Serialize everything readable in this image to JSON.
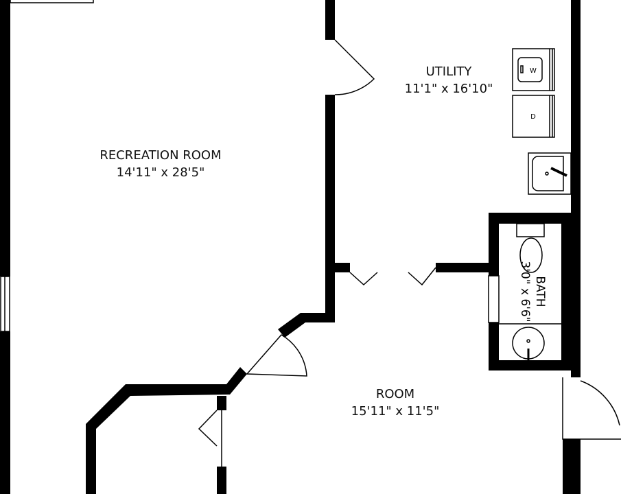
{
  "rooms": [
    {
      "name": "RECREATION ROOM",
      "size": "14'11\" x 28'5\""
    },
    {
      "name": "UTILITY",
      "size": "11'1\" x 16'10\""
    },
    {
      "name": "ROOM",
      "size": "15'11\" x 11'5\""
    },
    {
      "name": "BATH",
      "size": "3'0\" x 6'6\""
    }
  ],
  "fixtures": {
    "washer": "W",
    "dryer": "D"
  },
  "colors": {
    "wall": "#000000",
    "background": "#ffffff"
  }
}
